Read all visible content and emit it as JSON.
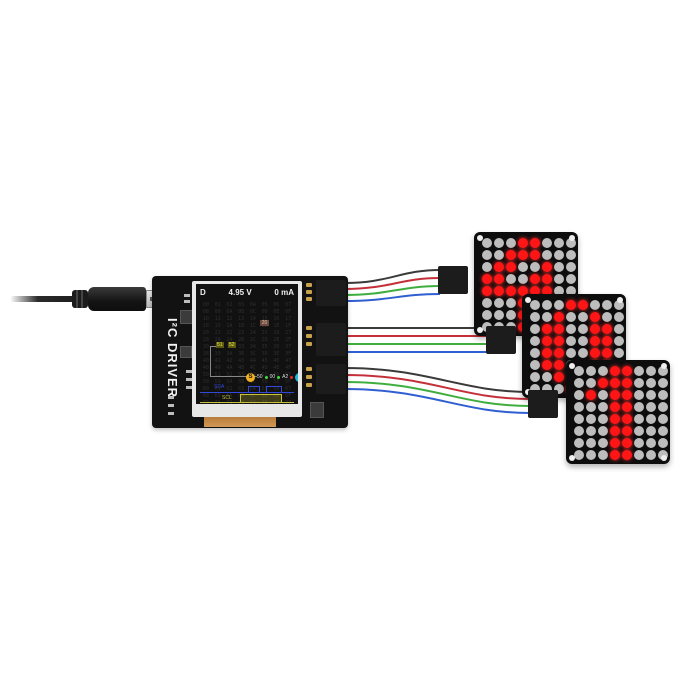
{
  "product": {
    "name": "I²C Driver",
    "logo_text": "I²C DRIVER"
  },
  "screen": {
    "mode": "D",
    "voltage": "4.95 V",
    "current": "0 mA",
    "highlight_address": "20",
    "address_grid": [
      [
        "00",
        "01",
        "02",
        "03",
        "04",
        "05",
        "06",
        "07"
      ],
      [
        "08",
        "09",
        "0A",
        "0B",
        "0C",
        "0D",
        "0E",
        "0F"
      ],
      [
        "10",
        "11",
        "12",
        "13",
        "14",
        "15",
        "16",
        "17"
      ],
      [
        "18",
        "19",
        "1A",
        "1B",
        "1C",
        "1D",
        "1E",
        "1F"
      ],
      [
        "20",
        "21",
        "22",
        "23",
        "24",
        "25",
        "26",
        "27"
      ],
      [
        "28",
        "29",
        "2A",
        "2B",
        "2C",
        "2D",
        "2E",
        "2F"
      ],
      [
        "30",
        "31",
        "32",
        "33",
        "34",
        "35",
        "36",
        "37"
      ],
      [
        "38",
        "39",
        "3A",
        "3B",
        "3C",
        "3D",
        "3E",
        "3F"
      ],
      [
        "40",
        "41",
        "42",
        "43",
        "44",
        "45",
        "46",
        "47"
      ],
      [
        "48",
        "49",
        "4A",
        "4B",
        "4C",
        "4D",
        "4E",
        "4F"
      ],
      [
        "50",
        "51",
        "52",
        "53",
        "54",
        "55",
        "56",
        "57"
      ],
      [
        "58",
        "59",
        "5A",
        "5B",
        "5C",
        "5D",
        "5E",
        "5F"
      ],
      [
        "60",
        "61",
        "62",
        "63",
        "64",
        "65",
        "66",
        "67"
      ],
      [
        "68",
        "69",
        "6A",
        "6B",
        "6C",
        "6D",
        "6E",
        "6F"
      ],
      [
        "70",
        "71",
        "72",
        "73",
        "74",
        "75",
        "76",
        "77"
      ]
    ],
    "selected_1": "51",
    "selected_2": "52",
    "status": {
      "start_badge": "S",
      "byte_1": "50",
      "byte_2": "00",
      "byte_3": "A2",
      "stop_badge": "P"
    },
    "traces": {
      "sda_label": "SDA",
      "scl_label": "SCL",
      "sda_color": "#3348d8",
      "scl_color": "#c9c238"
    }
  },
  "wires": {
    "colors": [
      "#3a3a3a",
      "#c4303a",
      "#3fae3f",
      "#2f5fd0"
    ]
  },
  "matrices": [
    {
      "name": "matrix-1",
      "led_color": "#ff1515",
      "rows": [
        "00011000",
        "00111000",
        "01100100",
        "11001100",
        "11111100",
        "00011000",
        "00011000",
        "00011000"
      ]
    },
    {
      "name": "matrix-2",
      "led_color": "#ff1515",
      "rows": [
        "00011000",
        "00100100",
        "01100110",
        "01100110",
        "01100110",
        "01100110",
        "00100100",
        "00011000"
      ]
    },
    {
      "name": "matrix-3",
      "led_color": "#ff1515",
      "rows": [
        "00011000",
        "00111000",
        "01011000",
        "00011000",
        "00011000",
        "00011000",
        "00011000",
        "00011000"
      ]
    }
  ]
}
